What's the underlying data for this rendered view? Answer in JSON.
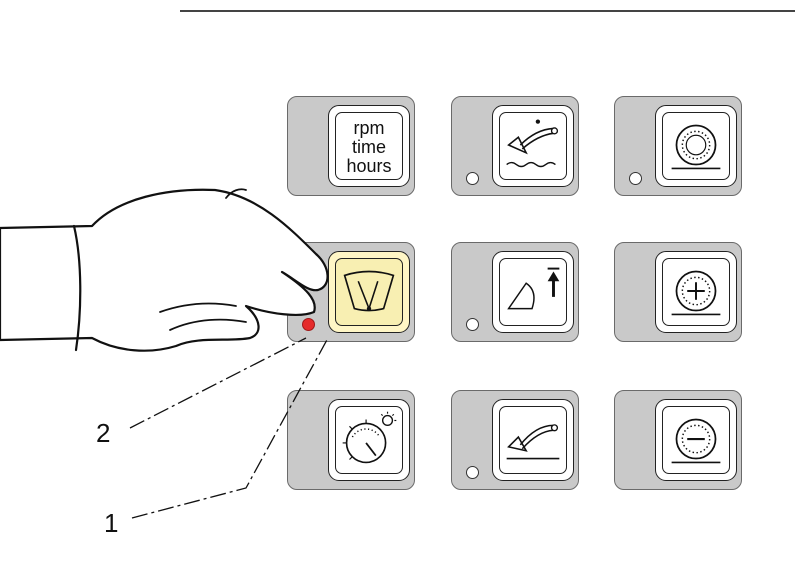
{
  "keys": {
    "display_select": {
      "lines": [
        "rpm",
        "time",
        "hours"
      ]
    }
  },
  "callouts": {
    "item_1": "1",
    "item_2": "2"
  },
  "colors": {
    "panel": "#c9c9c9",
    "key_face": "#ffffff",
    "active_key": "#fff6c6",
    "led_on": "#e52a2a"
  },
  "icons": [
    "display-select-icon",
    "boom-float-icon",
    "speed-control-icon",
    "wiper-icon",
    "bucket-raise-icon",
    "speed-increase-icon",
    "gauge-light-icon",
    "boom-position-icon",
    "speed-decrease-icon"
  ]
}
